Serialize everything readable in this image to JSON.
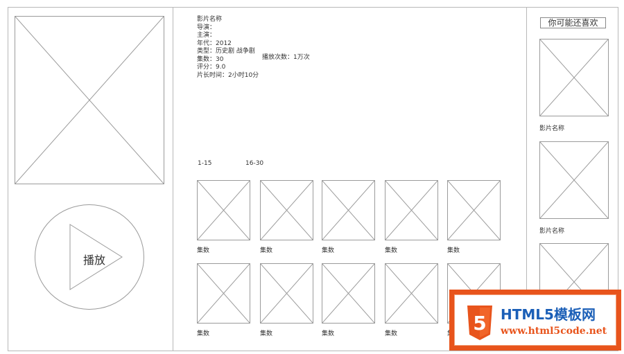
{
  "info": {
    "lines": [
      "影片名称",
      "导演：",
      "主演：",
      "年代：2012",
      "类型：历史剧 战争剧",
      "集数：30",
      "评分：9.0",
      "片长时间：2小时10分"
    ],
    "plays": "播放次数：1万次"
  },
  "player": {
    "label": "播放",
    "icon": "play-icon"
  },
  "tabs": [
    "1-15",
    "16-30"
  ],
  "episodes": {
    "row1": [
      "集数",
      "集数",
      "集数",
      "集数",
      "集数"
    ],
    "row2": [
      "集数",
      "集数",
      "集数",
      "集数",
      "集数"
    ]
  },
  "recommend": {
    "title": "你可能还喜欢",
    "items": [
      "影片名称",
      "影片名称"
    ]
  },
  "watermark": {
    "brand": "HTML5模板网",
    "url": "www.html5code.net",
    "colors": {
      "orange": "#e8541c",
      "blue": "#1b5fb7"
    }
  }
}
